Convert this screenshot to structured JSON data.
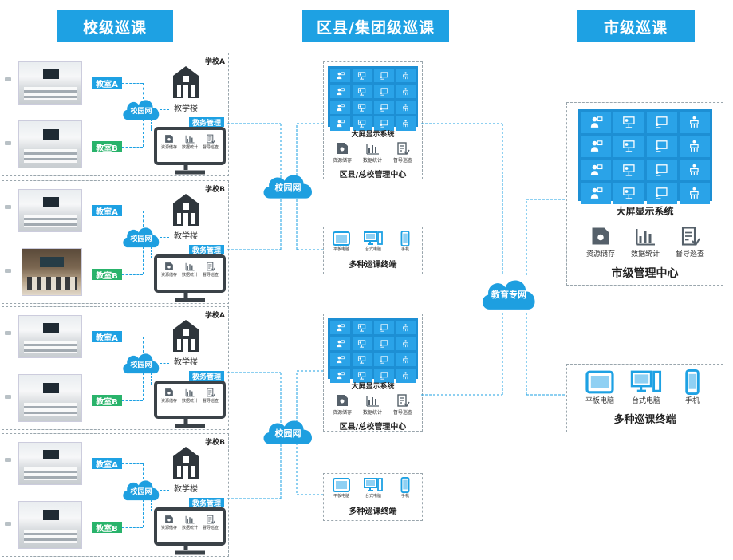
{
  "headers": {
    "school": "校级巡课",
    "district": "区县/集团级巡课",
    "city": "市级巡课"
  },
  "schools": [
    {
      "name": "学校A",
      "classroom_a": "教室A",
      "classroom_b": "教室B",
      "cloud": "校园网",
      "building": "教学楼",
      "affairs": "教务管理",
      "icons": [
        "资源储存",
        "数据统计",
        "督导巡查"
      ]
    },
    {
      "name": "学校B",
      "classroom_a": "教室A",
      "classroom_b": "教室B",
      "cloud": "校园网",
      "building": "教学楼",
      "affairs": "教务管理",
      "icons": [
        "资源储存",
        "数据统计",
        "督导巡查"
      ]
    },
    {
      "name": "学校A",
      "classroom_a": "教室A",
      "classroom_b": "教室B",
      "cloud": "校园网",
      "building": "教学楼",
      "affairs": "教务管理",
      "icons": [
        "资源储存",
        "数据统计",
        "督导巡查"
      ]
    },
    {
      "name": "学校B",
      "classroom_a": "教室A",
      "classroom_b": "教室B",
      "cloud": "校园网",
      "building": "教学楼",
      "affairs": "教务管理",
      "icons": [
        "资源储存",
        "数据统计",
        "督导巡查"
      ]
    }
  ],
  "district_groups": [
    {
      "screen": "大屏显示系统",
      "icons": [
        "资源储存",
        "数据统计",
        "督导巡查"
      ],
      "center": "区县/总校管理中心",
      "cloud": "校园网",
      "terminals": [
        "平板电脑",
        "台式电脑",
        "手机"
      ],
      "terminal_title": "多种巡课终端"
    },
    {
      "screen": "大屏显示系统",
      "icons": [
        "资源储存",
        "数据统计",
        "督导巡查"
      ],
      "center": "区县/总校管理中心",
      "cloud": "校园网",
      "terminals": [
        "平板电脑",
        "台式电脑",
        "手机"
      ],
      "terminal_title": "多种巡课终端"
    }
  ],
  "edu_cloud": "教育专网",
  "city": {
    "screen": "大屏显示系统",
    "icons": [
      "资源储存",
      "数据统计",
      "督导巡查"
    ],
    "center": "市级管理中心",
    "terminals": [
      "平板电脑",
      "台式电脑",
      "手机"
    ],
    "terminal_title": "多种巡课终端"
  },
  "colors": {
    "accent": "#1ea1e3",
    "green": "#29b36b",
    "dark_icon": "#3b4248"
  },
  "icon_names": [
    "classroom-teacher-icon",
    "projector-icon",
    "whiteboard-icon",
    "podium-icon",
    "storage-icon",
    "bar-chart-icon",
    "checklist-icon",
    "tablet-icon",
    "desktop-icon",
    "phone-icon",
    "building-icon",
    "monitor-icon",
    "cloud-icon"
  ]
}
